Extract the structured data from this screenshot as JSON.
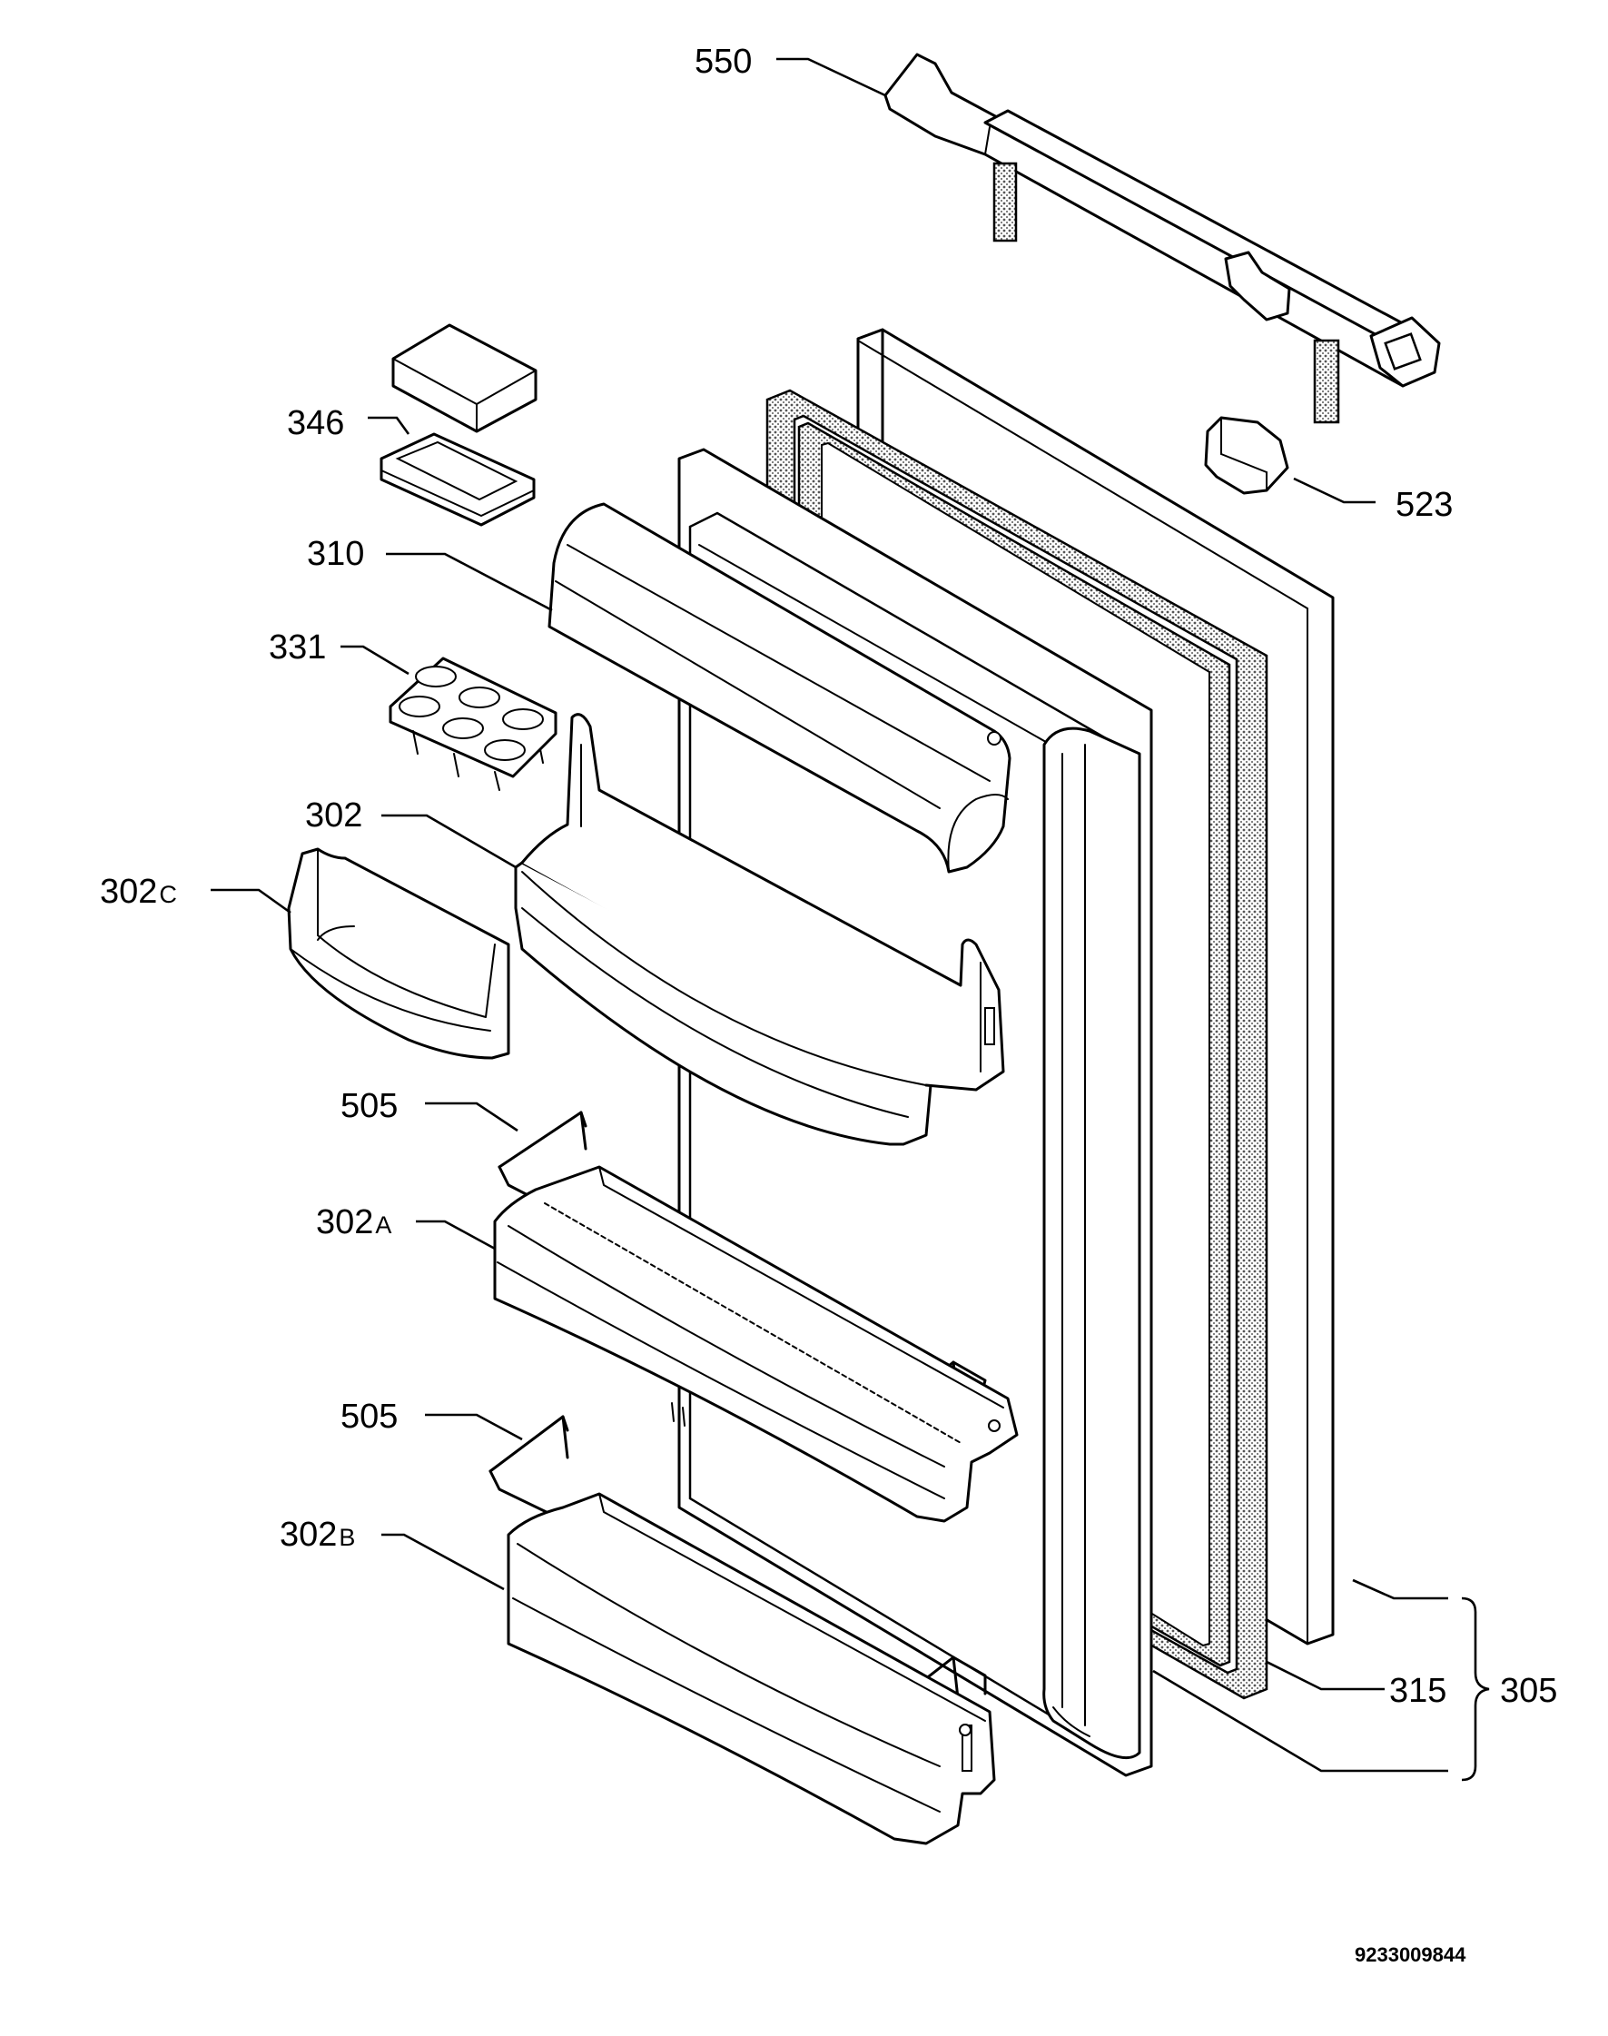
{
  "labels": {
    "p550": "550",
    "p346": "346",
    "p523": "523",
    "p310": "310",
    "p331": "331",
    "p302": "302",
    "p302c_num": "302",
    "p302c_suffix": "C",
    "p505a": "505",
    "p302a_num": "302",
    "p302a_suffix": "A",
    "p505b": "505",
    "p302b_num": "302",
    "p302b_suffix": "B",
    "p315": "315",
    "p305": "305"
  },
  "doc_id": "9233009844",
  "colors": {
    "line": "#000000",
    "background": "#ffffff",
    "gasket": "#b8b8b8"
  }
}
